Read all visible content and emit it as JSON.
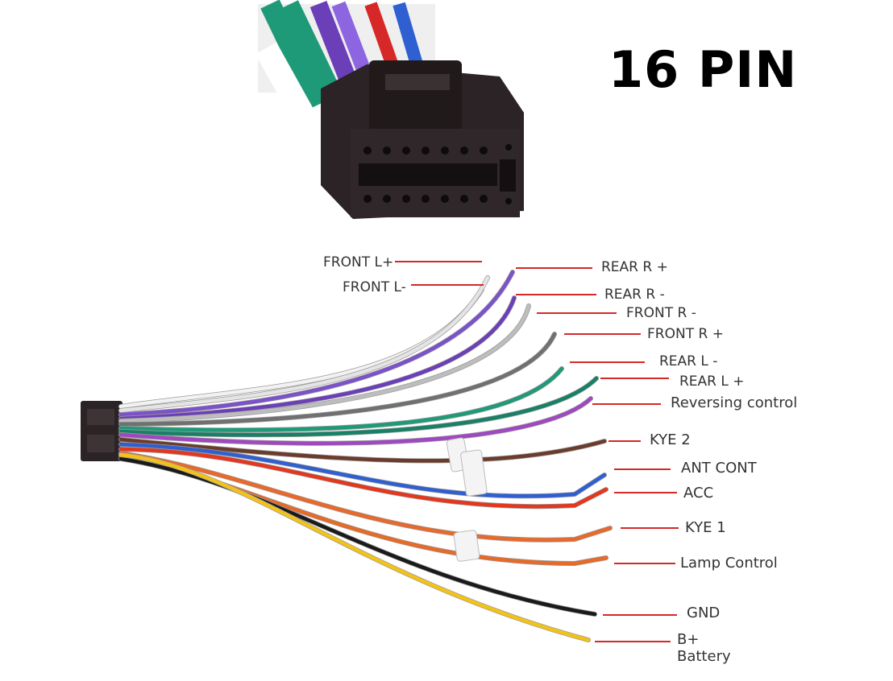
{
  "title": "16 PIN",
  "colors": {
    "leader": "#d62828",
    "connector": "#2b2325"
  },
  "wires": [
    {
      "label": "FRONT L+",
      "color": "#f2f2f2"
    },
    {
      "label": "FRONT L-",
      "color": "#e4e4e4"
    },
    {
      "label": "REAR R +",
      "color": "#7b52c9"
    },
    {
      "label": "REAR R -",
      "color": "#6b3fb8"
    },
    {
      "label": "FRONT R -",
      "color": "#bdbdbd"
    },
    {
      "label": "FRONT R +",
      "color": "#707070"
    },
    {
      "label": "REAR L -",
      "color": "#1f9a78"
    },
    {
      "label": "REAR L +",
      "color": "#188066"
    },
    {
      "label": "Reversing control",
      "color": "#a048c0"
    },
    {
      "label": "KYE 2",
      "color": "#6b3b2b"
    },
    {
      "label": "ANT CONT",
      "color": "#2f5fd0"
    },
    {
      "label": "ACC",
      "color": "#e3371e"
    },
    {
      "label": "KYE 1",
      "color": "#e8692a"
    },
    {
      "label": "Lamp Control",
      "color": "#e66a28"
    },
    {
      "label": "GND",
      "color": "#1a1a1a"
    },
    {
      "label": "B+",
      "label2": "Battery",
      "color": "#f2c21b"
    }
  ]
}
